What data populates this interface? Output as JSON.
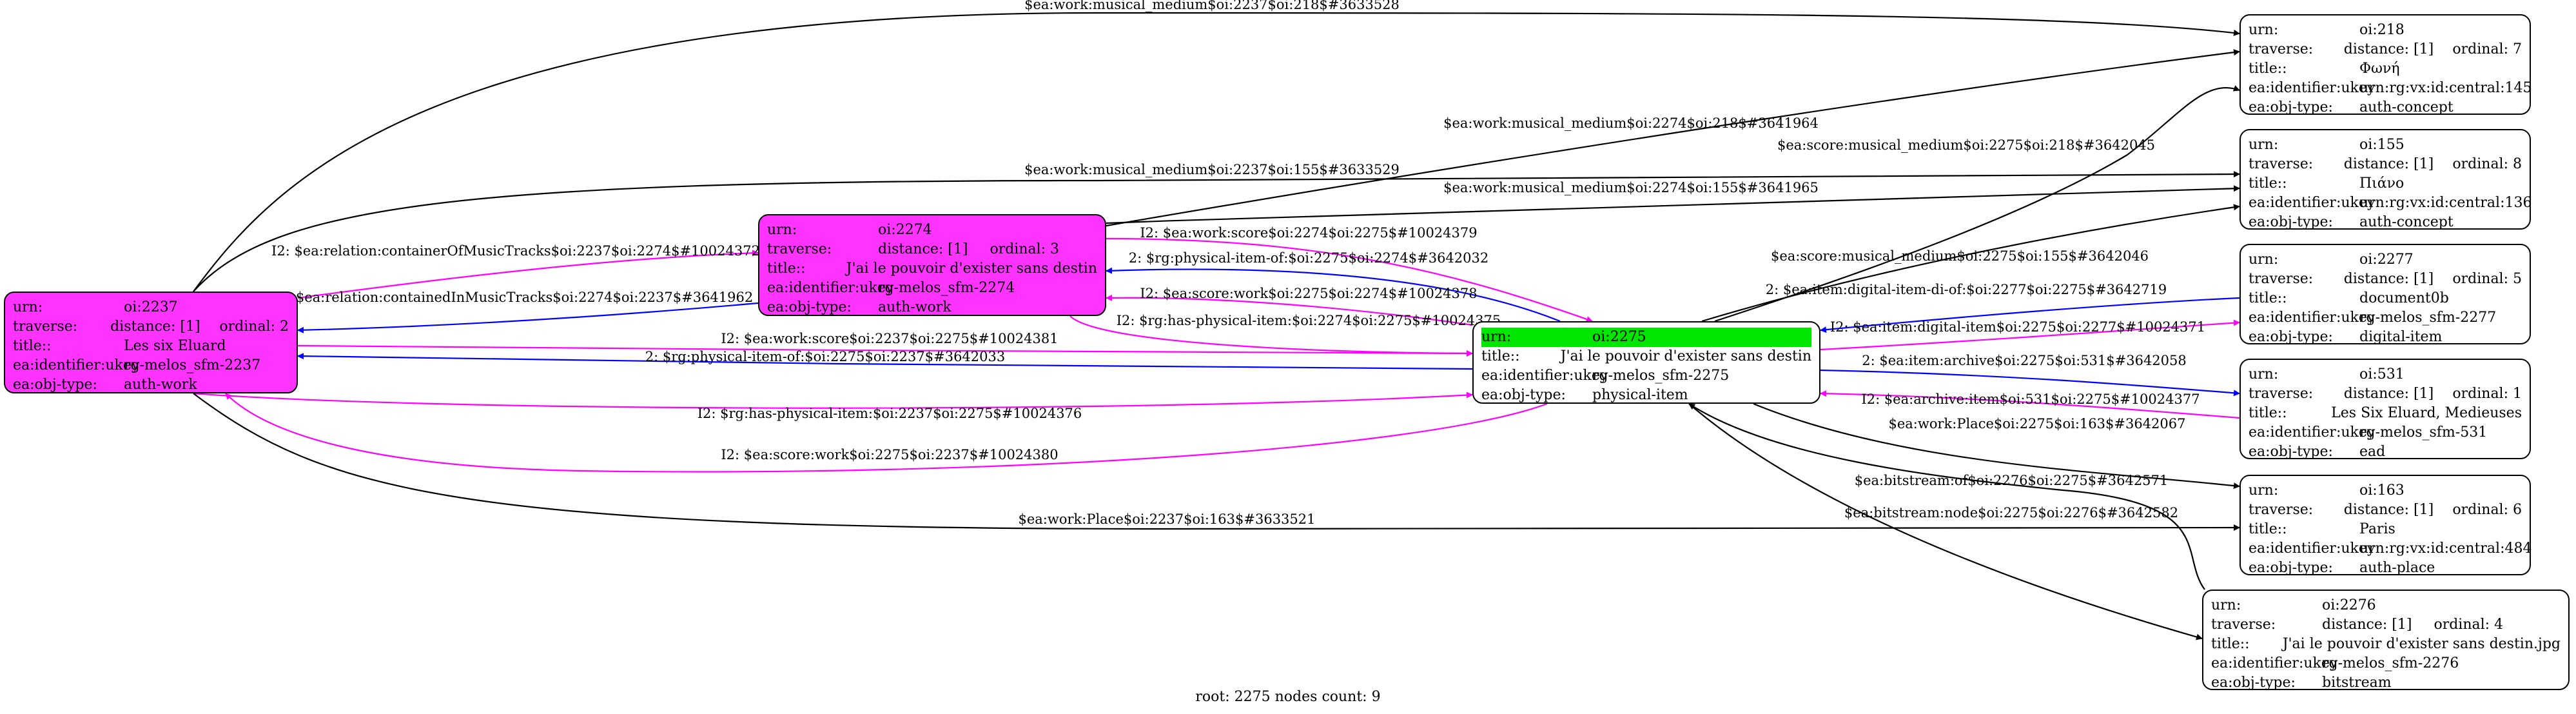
{
  "nodes": {
    "n2237": {
      "urn": "oi:2237",
      "distance": "distance: [1]",
      "ordinal": "ordinal: 2",
      "title": "Les six Eluard",
      "ukey": "rg-melos_sfm-2237",
      "type": "auth-work",
      "fill": "#ff33ff"
    },
    "n2274": {
      "urn": "oi:2274",
      "distance": "distance: [1]",
      "ordinal": "ordinal: 3",
      "title": "J'ai le pouvoir d'exister sans destin",
      "ukey": "rg-melos_sfm-2274",
      "type": "auth-work",
      "fill": "#ff33ff"
    },
    "n2275": {
      "urn": "oi:2275",
      "title": "J'ai le pouvoir d'exister sans destin",
      "ukey": "rg-melos_sfm-2275",
      "type": "physical-item",
      "highlight": "#00e600"
    },
    "n218": {
      "urn": "oi:218",
      "distance": "distance: [1]",
      "ordinal": "ordinal: 7",
      "title": "Φωνή",
      "ukey": "urn:rg:vx:id:central:145",
      "type": "auth-concept"
    },
    "n155": {
      "urn": "oi:155",
      "distance": "distance: [1]",
      "ordinal": "ordinal: 8",
      "title": "Πιάνο",
      "ukey": "urn:rg:vx:id:central:136",
      "type": "auth-concept"
    },
    "n2277": {
      "urn": "oi:2277",
      "distance": "distance: [1]",
      "ordinal": "ordinal: 5",
      "title": "document0b",
      "ukey": "rg-melos_sfm-2277",
      "type": "digital-item"
    },
    "n531": {
      "urn": "oi:531",
      "distance": "distance: [1]",
      "ordinal": "ordinal: 1",
      "title": "Les Six Eluard, Medieuses",
      "ukey": "rg-melos_sfm-531",
      "type": "ead"
    },
    "n163": {
      "urn": "oi:163",
      "distance": "distance: [1]",
      "ordinal": "ordinal: 6",
      "title": "Paris",
      "ukey": "urn:rg:vx:id:central:484",
      "type": "auth-place"
    },
    "n2276": {
      "urn": "oi:2276",
      "distance": "distance: [1]",
      "ordinal": "ordinal: 4",
      "title": "J'ai le pouvoir d'exister sans destin.jpg",
      "ukey": "rg-melos_sfm-2276",
      "type": "bitstream"
    }
  },
  "field_labels": {
    "urn": "urn:",
    "traverse": "traverse:",
    "title": "title::",
    "ukey": "ea:identifier:ukey",
    "type": "ea:obj-type:"
  },
  "edge_colors": {
    "black": "#000000",
    "magenta": "#ff00ff",
    "blue": "#0000ff"
  },
  "edges": [
    {
      "label": "$ea:work:musical_medium$oi:2237$oi:218$#3633528",
      "color": "black"
    },
    {
      "label": "$ea:work:musical_medium$oi:2274$oi:218$#3641964",
      "color": "black"
    },
    {
      "label": "$ea:score:musical_medium$oi:2275$oi:218$#3642045",
      "color": "black"
    },
    {
      "label": "$ea:work:musical_medium$oi:2237$oi:155$#3633529",
      "color": "black"
    },
    {
      "label": "$ea:work:musical_medium$oi:2274$oi:155$#3641965",
      "color": "black"
    },
    {
      "label": "$ea:score:musical_medium$oi:2275$oi:155$#3642046",
      "color": "black"
    },
    {
      "label": "I2: $ea:relation:containerOfMusicTracks$oi:2237$oi:2274$#10024372",
      "color": "magenta"
    },
    {
      "label": "2: $ea:relation:containedInMusicTracks$oi:2274$oi:2237$#3641962",
      "color": "blue"
    },
    {
      "label": "I2: $ea:work:score$oi:2274$oi:2275$#10024379",
      "color": "magenta"
    },
    {
      "label": "2: $rg:physical-item-of:$oi:2275$oi:2274$#3642032",
      "color": "blue"
    },
    {
      "label": "I2: $ea:score:work$oi:2275$oi:2274$#10024378",
      "color": "magenta"
    },
    {
      "label": "I2: $rg:has-physical-item:$oi:2274$oi:2275$#10024375",
      "color": "magenta"
    },
    {
      "label": "I2: $ea:work:score$oi:2237$oi:2275$#10024381",
      "color": "magenta"
    },
    {
      "label": "2: $rg:physical-item-of:$oi:2275$oi:2237$#3642033",
      "color": "blue"
    },
    {
      "label": "I2: $rg:has-physical-item:$oi:2237$oi:2275$#10024376",
      "color": "magenta"
    },
    {
      "label": "I2: $ea:score:work$oi:2275$oi:2237$#10024380",
      "color": "magenta"
    },
    {
      "label": "2: $ea:item:digital-item-di-of:$oi:2277$oi:2275$#3642719",
      "color": "blue"
    },
    {
      "label": "I2: $ea:item:digital-item$oi:2275$oi:2277$#10024371",
      "color": "magenta"
    },
    {
      "label": "2: $ea:item:archive$oi:2275$oi:531$#3642058",
      "color": "blue"
    },
    {
      "label": "I2: $ea:archive:item$oi:531$oi:2275$#10024377",
      "color": "magenta"
    },
    {
      "label": "$ea:work:Place$oi:2275$oi:163$#3642067",
      "color": "black"
    },
    {
      "label": "$ea:bitstream:of$oi:2276$oi:2275$#3642571",
      "color": "black"
    },
    {
      "label": "$ea:bitstream:node$oi:2275$oi:2276$#3642582",
      "color": "black"
    },
    {
      "label": "$ea:work:Place$oi:2237$oi:163$#3633521",
      "color": "black"
    }
  ],
  "footer": "root: 2275 nodes count: 9"
}
